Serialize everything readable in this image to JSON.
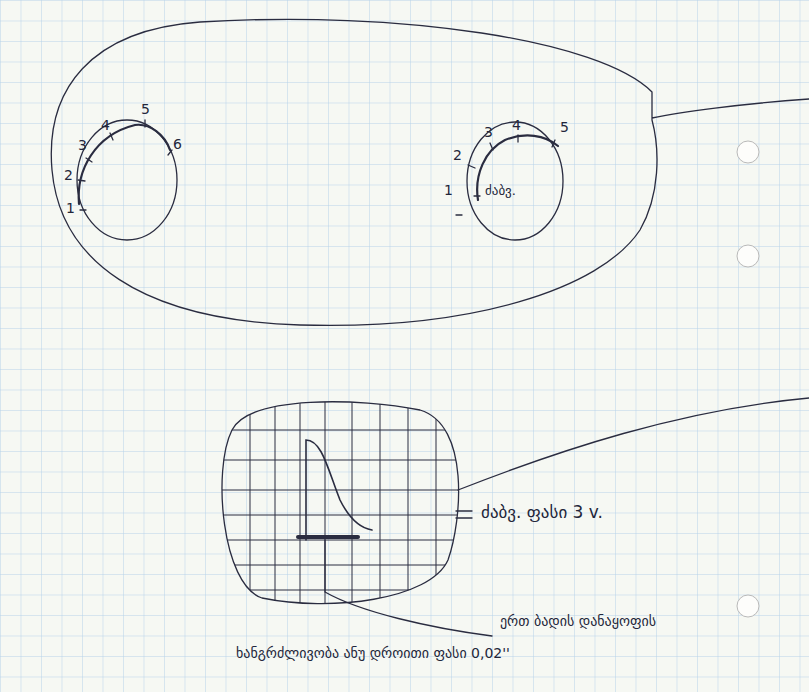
{
  "diagram": {
    "nodes": [
      {
        "text": [
          "ძაბვ."
        ]
      }
    ],
    "labels": [
      "1",
      "2",
      "3",
      "4",
      "5",
      "6",
      "1",
      "2",
      "3",
      "4",
      "5",
      "ძაბვ. ფასი 3 v.",
      "ერთ ბადის დანაყოფის",
      "ხანგრძლივობა ანუ დროითი ფასი 0,02''"
    ]
  }
}
